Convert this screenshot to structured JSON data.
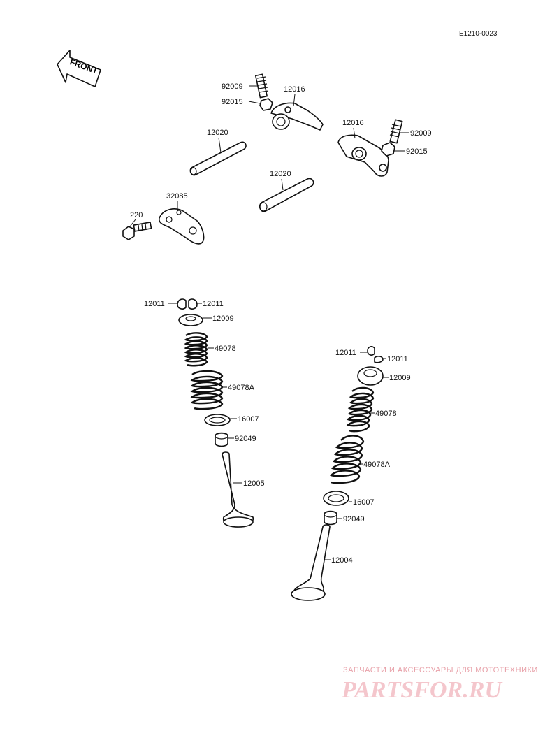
{
  "diagram_code": "E1210-0023",
  "front_arrow_text": "FRONT",
  "labels": {
    "rocker_screw_left": "92009",
    "rocker_nut_left": "92015",
    "rocker_arm_left": "12016",
    "rocker_arm_right": "12016",
    "rocker_screw_right": "92009",
    "rocker_nut_right": "92015",
    "shaft_left": "12020",
    "shaft_right": "12020",
    "plate": "32085",
    "bolt": "220",
    "keeper_a_left": "12011",
    "keeper_b_left": "12011",
    "retainer_left": "12009",
    "spring_inner_left": "49078",
    "spring_outer_left": "49078A",
    "seat_left": "16007",
    "seal_left": "92049",
    "valve_left": "12005",
    "keeper_a_right": "12011",
    "keeper_b_right": "12011",
    "retainer_right": "12009",
    "spring_inner_right": "49078",
    "spring_outer_right": "49078A",
    "seat_right": "16007",
    "seal_right": "92049",
    "valve_right": "12004"
  },
  "watermark": {
    "tagline": "ЗАПЧАСТИ И АКСЕССУАРЫ ДЛЯ МОТОТЕХНИКИ",
    "logo": "PARTSFOR.RU"
  }
}
